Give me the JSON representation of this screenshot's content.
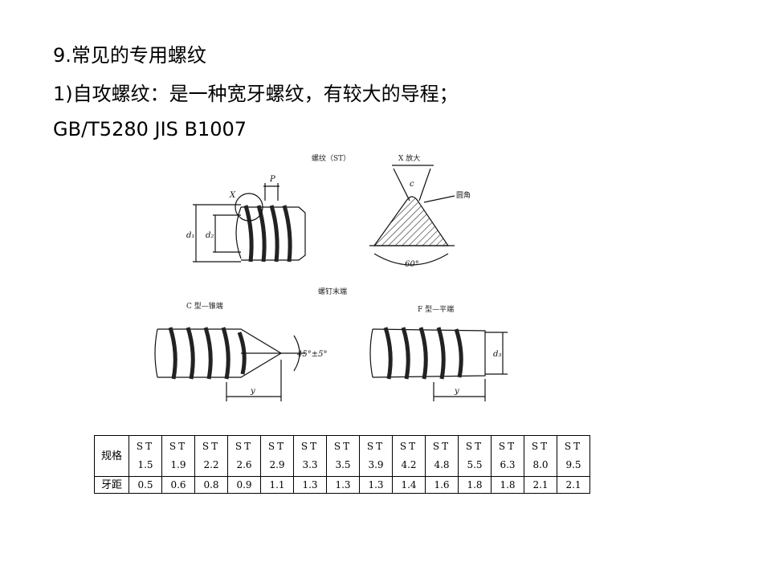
{
  "heading": "9.常见的专用螺纹",
  "subheading": "1)自攻螺纹：是一种宽牙螺纹，有较大的导程；",
  "standards": "GB/T5280 JIS B1007",
  "figure": {
    "label_thread": "螺纹（ST）",
    "label_x_zoom": "X 放大",
    "label_round_corner": "圆角",
    "label_angle": "60°",
    "label_screw_end": "螺钉末端",
    "label_c_type": "C 型—锥端",
    "label_f_type": "F 型—平端",
    "label_cone_angle": "45°±5°",
    "dim_p": "P",
    "dim_x": "X",
    "dim_c": "c",
    "dim_d1": "d₁",
    "dim_d2": "d₂",
    "dim_d3": "d₃",
    "dim_y1": "y",
    "dim_y2": "y"
  },
  "table": {
    "row1_header": "规格",
    "row2_header": "牙距",
    "st_prefix": "ST",
    "specs": [
      {
        "size": "1.5",
        "pitch": "0.5"
      },
      {
        "size": "1.9",
        "pitch": "0.6"
      },
      {
        "size": "2.2",
        "pitch": "0.8"
      },
      {
        "size": "2.6",
        "pitch": "0.9"
      },
      {
        "size": "2.9",
        "pitch": "1.1"
      },
      {
        "size": "3.3",
        "pitch": "1.3"
      },
      {
        "size": "3.5",
        "pitch": "1.3"
      },
      {
        "size": "3.9",
        "pitch": "1.3"
      },
      {
        "size": "4.2",
        "pitch": "1.4"
      },
      {
        "size": "4.8",
        "pitch": "1.6"
      },
      {
        "size": "5.5",
        "pitch": "1.8"
      },
      {
        "size": "6.3",
        "pitch": "1.8"
      },
      {
        "size": "8.0",
        "pitch": "2.1"
      },
      {
        "size": "9.5",
        "pitch": "2.1"
      }
    ]
  }
}
